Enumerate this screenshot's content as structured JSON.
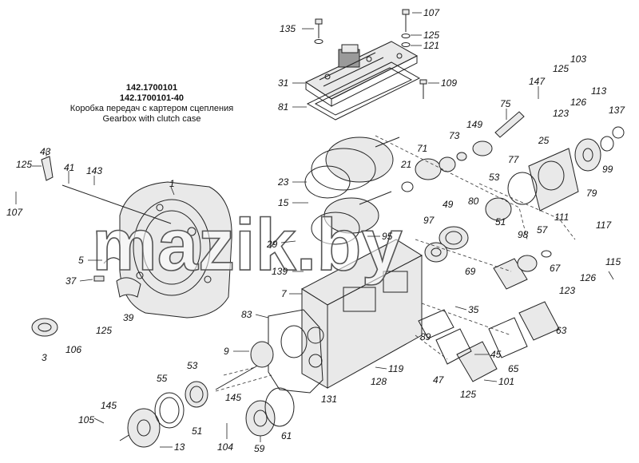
{
  "title": {
    "line1": "142.1700101",
    "line2": "142.1700101-40",
    "line3": "Коробка передач с картером сцепления",
    "line4": "Gearbox with clutch case"
  },
  "watermark": "mazik.by",
  "callouts": {
    "c107a": "107",
    "c135": "135",
    "c125a": "125",
    "c121": "121",
    "c31": "31",
    "c109": "109",
    "c81": "81",
    "c103": "103",
    "c125b": "125",
    "c147": "147",
    "c113": "113",
    "c75": "75",
    "c126a": "126",
    "c123a": "123",
    "c137": "137",
    "c149": "149",
    "c73": "73",
    "c71": "71",
    "c25": "25",
    "c99": "99",
    "c43": "43",
    "c125c": "125",
    "c41": "41",
    "c143": "143",
    "c107b": "107",
    "c1": "1",
    "c23": "23",
    "c21": "21",
    "c77": "77",
    "c53a": "53",
    "c79": "79",
    "c117": "117",
    "c15": "15",
    "c49": "49",
    "c80": "80",
    "c97": "97",
    "c111": "111",
    "c51a": "51",
    "c98": "98",
    "c57": "57",
    "c29": "29",
    "c95": "95",
    "c5": "5",
    "c67": "67",
    "c115": "115",
    "c139": "139",
    "c69": "69",
    "c37": "37",
    "c7": "7",
    "c126b": "126",
    "c123b": "123",
    "c39": "39",
    "c35": "35",
    "c125d": "125",
    "c83": "83",
    "c3": "3",
    "c106": "106",
    "c63": "63",
    "c89": "89",
    "c9": "9",
    "c45": "45",
    "c119": "119",
    "c65": "65",
    "c128": "128",
    "c47": "47",
    "c55": "55",
    "c53b": "53",
    "c101": "101",
    "c131": "131",
    "c125e": "125",
    "c145a": "145",
    "c145b": "145",
    "c105": "105",
    "c51b": "51",
    "c104": "104",
    "c59": "59",
    "c61": "61",
    "c13": "13"
  }
}
